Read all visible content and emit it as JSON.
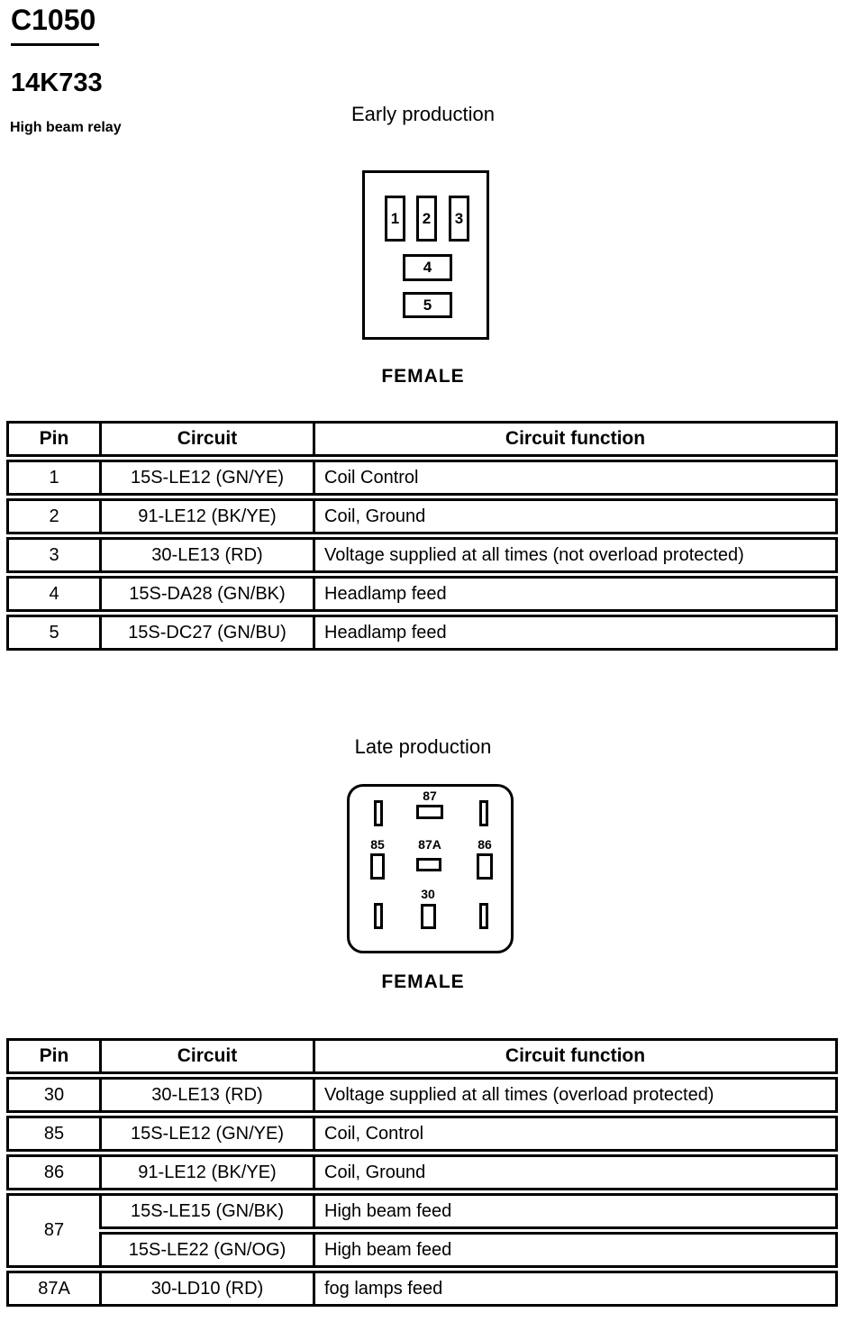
{
  "header": {
    "connector_id": "C1050",
    "part_number": "14K733",
    "part_description": "High beam relay"
  },
  "early": {
    "title": "Early production",
    "connector_gender": "FEMALE",
    "cavities": [
      "1",
      "2",
      "3",
      "4",
      "5"
    ],
    "table": {
      "headers": [
        "Pin",
        "Circuit",
        "Circuit function"
      ],
      "rows": [
        [
          "1",
          "15S-LE12 (GN/YE)",
          "Coil Control"
        ],
        [
          "2",
          "91-LE12 (BK/YE)",
          "Coil, Ground"
        ],
        [
          "3",
          "30-LE13 (RD)",
          "Voltage supplied at all times (not overload protected)"
        ],
        [
          "4",
          "15S-DA28 (GN/BK)",
          "Headlamp feed"
        ],
        [
          "5",
          "15S-DC27 (GN/BU)",
          "Headlamp feed"
        ]
      ]
    }
  },
  "late": {
    "title": "Late production",
    "connector_gender": "FEMALE",
    "cavities": {
      "p87": "87",
      "p85": "85",
      "p87a": "87A",
      "p86": "86",
      "p30": "30"
    },
    "table": {
      "headers": [
        "Pin",
        "Circuit",
        "Circuit function"
      ],
      "rows": [
        [
          "30",
          "30-LE13 (RD)",
          "Voltage supplied at all times (overload protected)"
        ],
        [
          "85",
          "15S-LE12 (GN/YE)",
          "Coil, Control"
        ],
        [
          "86",
          "91-LE12 (BK/YE)",
          "Coil, Ground"
        ],
        [
          "87",
          "15S-LE15 (GN/BK)",
          "High beam feed"
        ],
        [
          "",
          "15S-LE22 (GN/OG)",
          "High beam feed"
        ],
        [
          "87A",
          "30-LD10 (RD)",
          "fog lamps feed"
        ]
      ]
    }
  },
  "colors": {
    "ink": "#000000",
    "paper": "#ffffff"
  }
}
